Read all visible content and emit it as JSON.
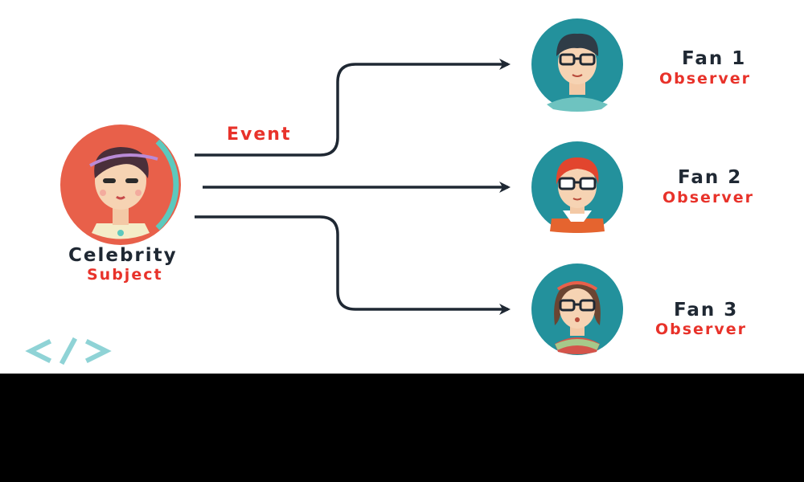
{
  "subject": {
    "name": "Celebrity",
    "role": "Subject",
    "color": "#e8604a",
    "shield_color": "#5cc9bd",
    "icon": "celebrity-avatar"
  },
  "event_label": "Event",
  "observers": [
    {
      "name": "Fan 1",
      "role": "Observer",
      "icon": "fan-avatar-glasses-boy"
    },
    {
      "name": "Fan 2",
      "role": "Observer",
      "icon": "fan-avatar-redhead-glasses"
    },
    {
      "name": "Fan 3",
      "role": "Observer",
      "icon": "fan-avatar-girl-headband"
    }
  ],
  "colors": {
    "observer_circle": "#23919c",
    "label_accent": "#e8322a",
    "arrow": "#1f2833",
    "logo": "#8fd3d6"
  },
  "logo_icon": "code-brackets-logo"
}
